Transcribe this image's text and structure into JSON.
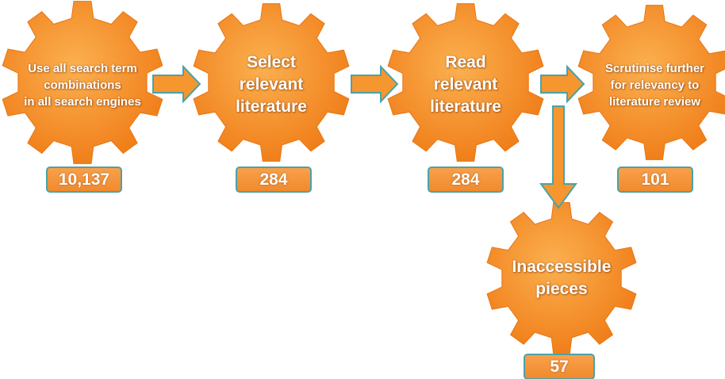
{
  "colors": {
    "gear_fill_light": "#fbb050",
    "gear_fill_dark": "#f07f1a",
    "arrow_fill": "#f5962f",
    "arrow_stroke": "#4aa3a8",
    "box_border": "#4aa3a8",
    "text": "#ffffff"
  },
  "steps": [
    {
      "id": "search",
      "text": "Use all search term\ncombinations\nin all search engines",
      "count": "10,137"
    },
    {
      "id": "select",
      "text": "Select\nrelevant\nliterature",
      "count": "284"
    },
    {
      "id": "read",
      "text": "Read\nrelevant\nliterature",
      "count": "284"
    },
    {
      "id": "scrutinise",
      "text": "Scrutinise further\nfor relevancy to\nliterature review",
      "count": "101"
    },
    {
      "id": "inaccessible",
      "text": "Inaccessible\npieces",
      "count": "57"
    }
  ]
}
